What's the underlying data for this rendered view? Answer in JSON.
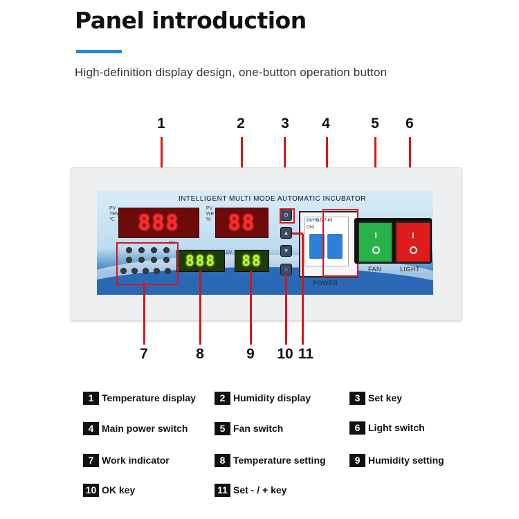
{
  "header": {
    "title": "Panel introduction",
    "subtitle": "High-definition display design, one-button operation button",
    "accent_color": "#1e88e5"
  },
  "callout_numbers": [
    "1",
    "2",
    "3",
    "4",
    "5",
    "6",
    "7",
    "8",
    "9",
    "10",
    "11"
  ],
  "panel": {
    "face_title": "INTELLIGENT MULTI MODE AUTOMATIC INCUBATOR",
    "tem_label": "PV TEM ℃",
    "wet_label": "PV WET %",
    "sv_label_1": "SV",
    "sv_label_2": "SV",
    "temp_display": "888",
    "humidity_display": "88",
    "temp_setting_display": "888",
    "humidity_setting_display": "88",
    "power_label": "POWER",
    "fan_label": "FAN",
    "light_label": "LIGHT",
    "breaker_brand": "DUYU",
    "breaker_model": "DZ47-63",
    "breaker_rating": "C63",
    "keys": [
      "set-icon",
      "up-arrow-icon",
      "down-arrow-icon",
      "ok-icon"
    ],
    "colors": {
      "led_red": "#ff2a2a",
      "led_green": "#b8ff2a",
      "fan": "#27b34a",
      "light": "#e01b1b",
      "breaker": "#2f7fd6"
    }
  },
  "legend": [
    {
      "num": "1",
      "text": "Temperature display"
    },
    {
      "num": "2",
      "text": "Humidity display"
    },
    {
      "num": "3",
      "text": "Set key"
    },
    {
      "num": "4",
      "text": "Main power switch"
    },
    {
      "num": "5",
      "text": "Fan switch"
    },
    {
      "num": "6",
      "text": "Light switch"
    },
    {
      "num": "7",
      "text": "Work indicator"
    },
    {
      "num": "8",
      "text": "Temperature setting"
    },
    {
      "num": "9",
      "text": "Humidity setting"
    },
    {
      "num": "10",
      "text": "OK key"
    },
    {
      "num": "11",
      "text": "Set - / + key"
    }
  ]
}
